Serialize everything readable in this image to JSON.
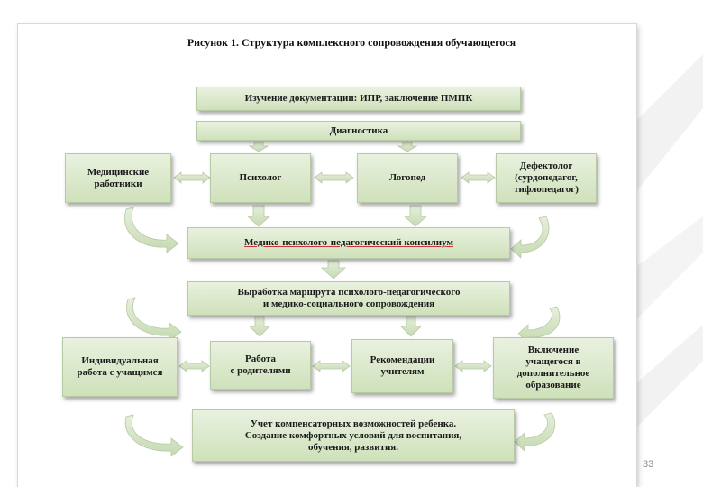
{
  "slide": {
    "title": "Рисунок 1. Структура комплексного сопровождения обучающегося",
    "page_number": "33"
  },
  "boxes": {
    "documentation": "Изучение документации: ИПР, заключение ПМПК",
    "diagnostics": "Диагностика",
    "medical_workers": "Медицинские\nработники",
    "psychologist": "Психолог",
    "speech_therapist": "Логопед",
    "defectologist": "Дефектолог\n(сурдопедагог,\nтифлопедагог)",
    "council": "Медико-психолого-педагогический консилиум",
    "route": "Выработка маршрута психолого-педагогического\nи медико-социального сопровождения",
    "individual_work": "Индивидуальная\nработа с учащимся",
    "parents_work": "Работа\nс родителями",
    "teacher_recommendations": "Рекомендации\nучителям",
    "additional_education": "Включение\nучащегося в\nдополнительное\nобразование",
    "compensatory": "Учет компенсаторных возможностей ребенка.\nСоздание комфортных условий для воспитания,\nобучения, развития."
  },
  "colors": {
    "box_fill_top": "#e9f1df",
    "box_fill_bottom": "#cfe1bb",
    "arrow_fill": "#d3e3c0",
    "arrow_stroke": "#b8c9a6"
  }
}
